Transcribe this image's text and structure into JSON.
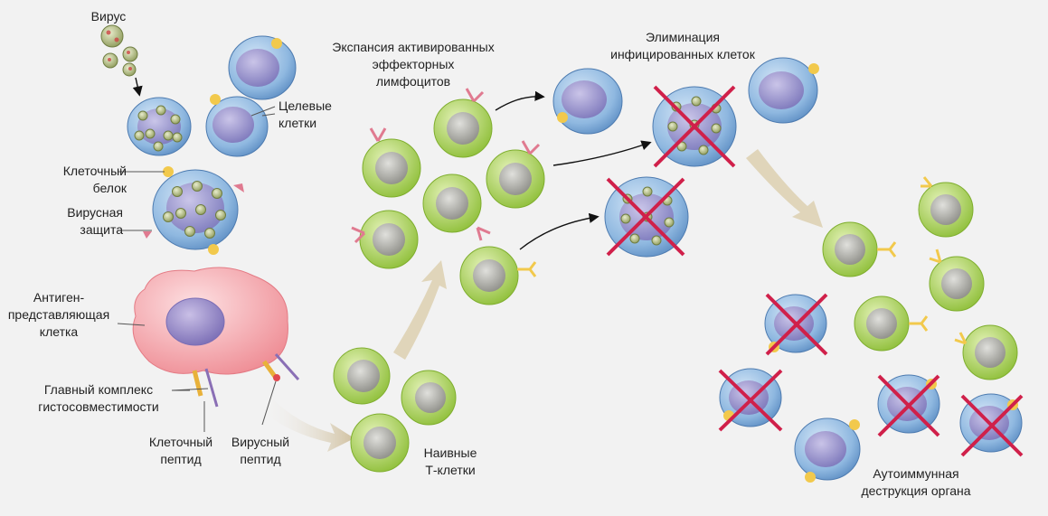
{
  "labels": {
    "virus": "Вирус",
    "target_cells": "Целевые\nклетки",
    "cell_protein": "Клеточный\nбелок",
    "viral_protection": "Вирусная\nзащита",
    "apc": "Антиген-\nпредставляющая\nклетка",
    "mhc": "Главный комплекс\nгистосовместимости",
    "cell_peptide": "Клеточный\nпептид",
    "viral_peptide": "Вирусный\nпептид",
    "expansion": "Экспансия активированных\nэффекторных\nлимфоцитов",
    "elimination": "Элиминация\nинфицированных клеток",
    "naive_t": "Наивные\nТ-клетки",
    "autoimmune": "Аутоиммунная\nдеструкция органа"
  },
  "colors": {
    "background": "#f2f2f2",
    "target_cell": "#8fb8e0",
    "nucleus": "#9b8fc9",
    "t_cell": "#b7d86a",
    "t_nucleus": "#b9b9b4",
    "apc": "#f6a3a8",
    "virus": "#c9d6a0",
    "kill_cross": "#d0204a",
    "receptor_pink": "#e07a90",
    "receptor_yellow": "#f2c94c"
  }
}
